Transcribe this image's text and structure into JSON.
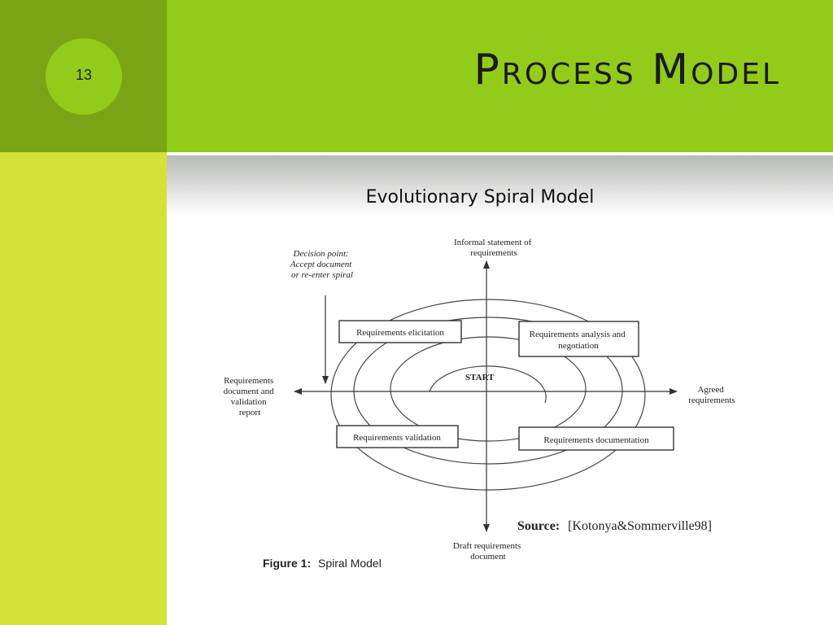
{
  "slide": {
    "number": "13",
    "title": "Process Model",
    "subtitle": "Evolutionary Spiral Model"
  },
  "diagram": {
    "top_label": [
      "Informal statement of",
      "requirements"
    ],
    "decision_note": [
      "Decision point:",
      "Accept document",
      "or re-enter spiral"
    ],
    "left_label": [
      "Requirements",
      "document and",
      "validation",
      "report"
    ],
    "right_label": [
      "Agreed",
      "requirements"
    ],
    "bottom_label": [
      "Draft requirements",
      "document"
    ],
    "start": "START",
    "boxes": {
      "elicitation": "Requirements elicitation",
      "analysis": [
        "Requirements analysis and",
        "negotiation"
      ],
      "validation": "Requirements validation",
      "documentation": "Requirements documentation"
    },
    "source_label": "Source:",
    "source_ref": "[Kotonya&Sommerville98]",
    "figure_label": "Figure 1:",
    "figure_caption": "Spiral Model"
  },
  "colors": {
    "sidebar_dark": "#7aa315",
    "sidebar_light": "#d4e238",
    "header_green": "#92cb1a"
  }
}
